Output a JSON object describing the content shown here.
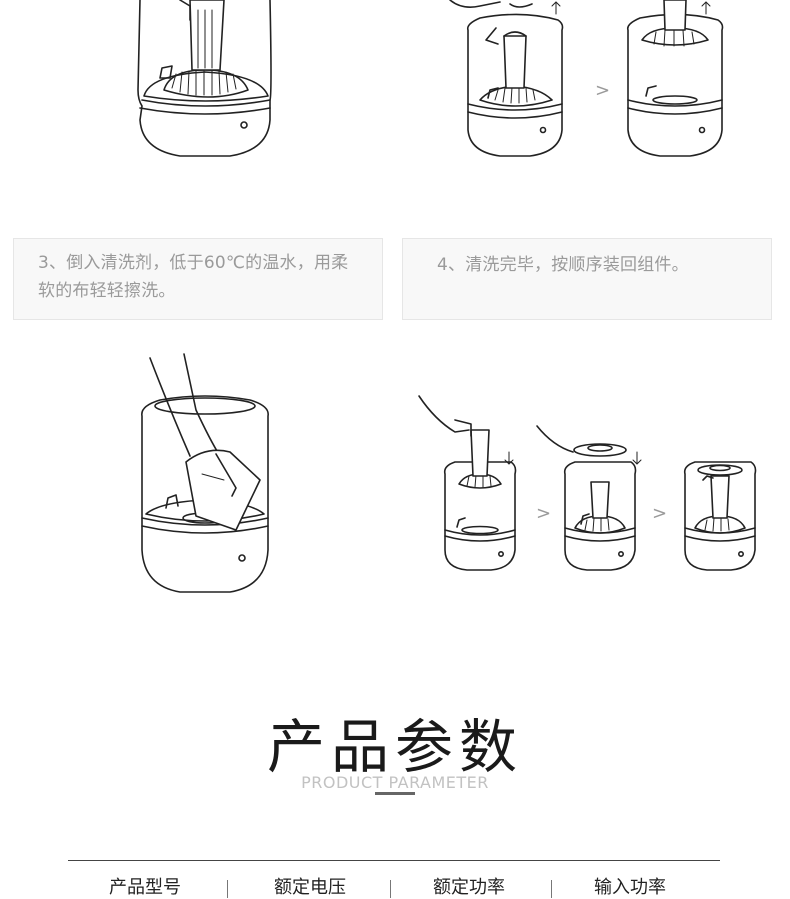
{
  "steps": [
    {
      "label": "3、倒入清洗剂，低于60℃的温水，用柔\n软的布轻轻擦洗。"
    },
    {
      "label": "4、清洗完毕，按顺序装回组件。"
    }
  ],
  "sequence_arrow": ">",
  "section": {
    "title": "产品参数",
    "subtitle": "PRODUCT PARAMETER"
  },
  "parameters": [
    "产品型号",
    "额定电压",
    "额定功率",
    "输入功率"
  ]
}
